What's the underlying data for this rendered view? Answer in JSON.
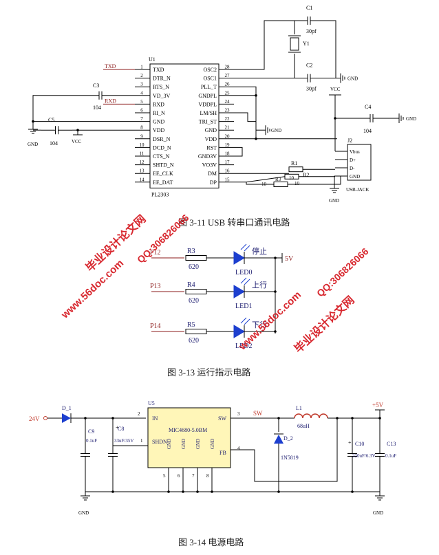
{
  "figures": {
    "usb": {
      "caption": "图 3-11    USB 转串口通讯电路",
      "ic": {
        "ref": "U1",
        "part": "PL2303",
        "left_pins": [
          {
            "num": "1",
            "name": "TXD"
          },
          {
            "num": "2",
            "name": "DTR_N"
          },
          {
            "num": "3",
            "name": "RTS_N"
          },
          {
            "num": "4",
            "name": "VD_3V"
          },
          {
            "num": "5",
            "name": "RXD"
          },
          {
            "num": "6",
            "name": "RI_N"
          },
          {
            "num": "7",
            "name": "GND"
          },
          {
            "num": "8",
            "name": "VDD"
          },
          {
            "num": "9",
            "name": "DSR_N"
          },
          {
            "num": "10",
            "name": "DCD_N"
          },
          {
            "num": "11",
            "name": "CTS_N"
          },
          {
            "num": "12",
            "name": "SHTD_N"
          },
          {
            "num": "13",
            "name": "EE_CLK"
          },
          {
            "num": "14",
            "name": "EE_DAT"
          }
        ],
        "right_pins": [
          {
            "num": "28",
            "name": "OSC2"
          },
          {
            "num": "27",
            "name": "OSC1"
          },
          {
            "num": "26",
            "name": "PLL_T"
          },
          {
            "num": "25",
            "name": "GNDPL"
          },
          {
            "num": "24",
            "name": "VDDPL"
          },
          {
            "num": "23",
            "name": "LM/SH"
          },
          {
            "num": "22",
            "name": "TRI_ST"
          },
          {
            "num": "21",
            "name": "GND"
          },
          {
            "num": "20",
            "name": "VDD"
          },
          {
            "num": "19",
            "name": "RST"
          },
          {
            "num": "18",
            "name": "GND3V"
          },
          {
            "num": "17",
            "name": "VO3V"
          },
          {
            "num": "16",
            "name": "DM"
          },
          {
            "num": "15",
            "name": "DP"
          }
        ]
      },
      "net_labels": {
        "txd": "TXD",
        "rxd": "RXD",
        "gnd": "GND",
        "vcc": "VCC"
      },
      "components": {
        "c1": {
          "ref": "C1",
          "value": "30pf"
        },
        "c2": {
          "ref": "C2",
          "value": "30pf"
        },
        "y1": {
          "ref": "Y1"
        },
        "c3": {
          "ref": "C3",
          "value": "104"
        },
        "c4": {
          "ref": "C4",
          "value": "104"
        },
        "c5": {
          "ref": "C5",
          "value": "104"
        },
        "r1": {
          "ref": "R1"
        },
        "r2": {
          "ref": "R2",
          "value": "10"
        },
        "r3": {
          "ref": "R3",
          "value": "10"
        },
        "r_mid_value": "10"
      },
      "connector": {
        "ref": "J2",
        "part": "USB-JACK",
        "pins": [
          "Vbus",
          "D+",
          "D-",
          "GND"
        ]
      }
    },
    "led": {
      "caption": "图 3-13    运行指示电路",
      "supply": "5V",
      "rows": [
        {
          "port": "P12",
          "res": "R3",
          "val": "620",
          "led": "LED0",
          "label": "停止"
        },
        {
          "port": "P13",
          "res": "R4",
          "val": "620",
          "led": "LED1",
          "label": "上行"
        },
        {
          "port": "P14",
          "res": "R5",
          "val": "620",
          "led": "LED2",
          "label": "下行"
        }
      ]
    },
    "power": {
      "caption": "图 3-14    电源电路",
      "input": "24V",
      "output": "+5V",
      "gnd": "GND",
      "d1": "D_1",
      "c9": {
        "ref": "C9",
        "value": "0.1uF"
      },
      "c8": {
        "ref": "C8",
        "value": "33uF/35V"
      },
      "c8_pin": "1",
      "ic": {
        "ref": "U5",
        "part": "MIC4680-5.0BM",
        "pin_in": "IN",
        "pin_shdn": "SHDN",
        "pin_sw": "SW",
        "pin_fb": "FB",
        "gnd_labels": [
          "GND",
          "GND",
          "GND",
          "GND"
        ],
        "pin_nums": {
          "in": "2",
          "sw": "3",
          "fb": "4",
          "g1": "5",
          "g2": "6",
          "g3": "7",
          "g4": "8"
        }
      },
      "sw_net": "SW",
      "l1": {
        "ref": "L1",
        "value": "68uH"
      },
      "d2": {
        "ref": "D_2",
        "part": "1N5819"
      },
      "c10": {
        "ref": "C10",
        "value": "220uF/6.3V"
      },
      "c13": {
        "ref": "C13",
        "value": "0.1uF"
      }
    }
  },
  "watermarks": [
    {
      "site": "www.56doc.com",
      "qq": "QQ:306826066",
      "name": "毕业设计论文网"
    },
    {
      "site": "www.56doc.com",
      "qq": "QQ:306826066",
      "name": "毕业设计论文网"
    }
  ],
  "colors": {
    "line": "#000000",
    "net": "#8b1a1a",
    "label": "#1a1a6e",
    "led_fill": "#1d3fcf",
    "wm": "#d8282f",
    "power_in": "#c0392b"
  }
}
